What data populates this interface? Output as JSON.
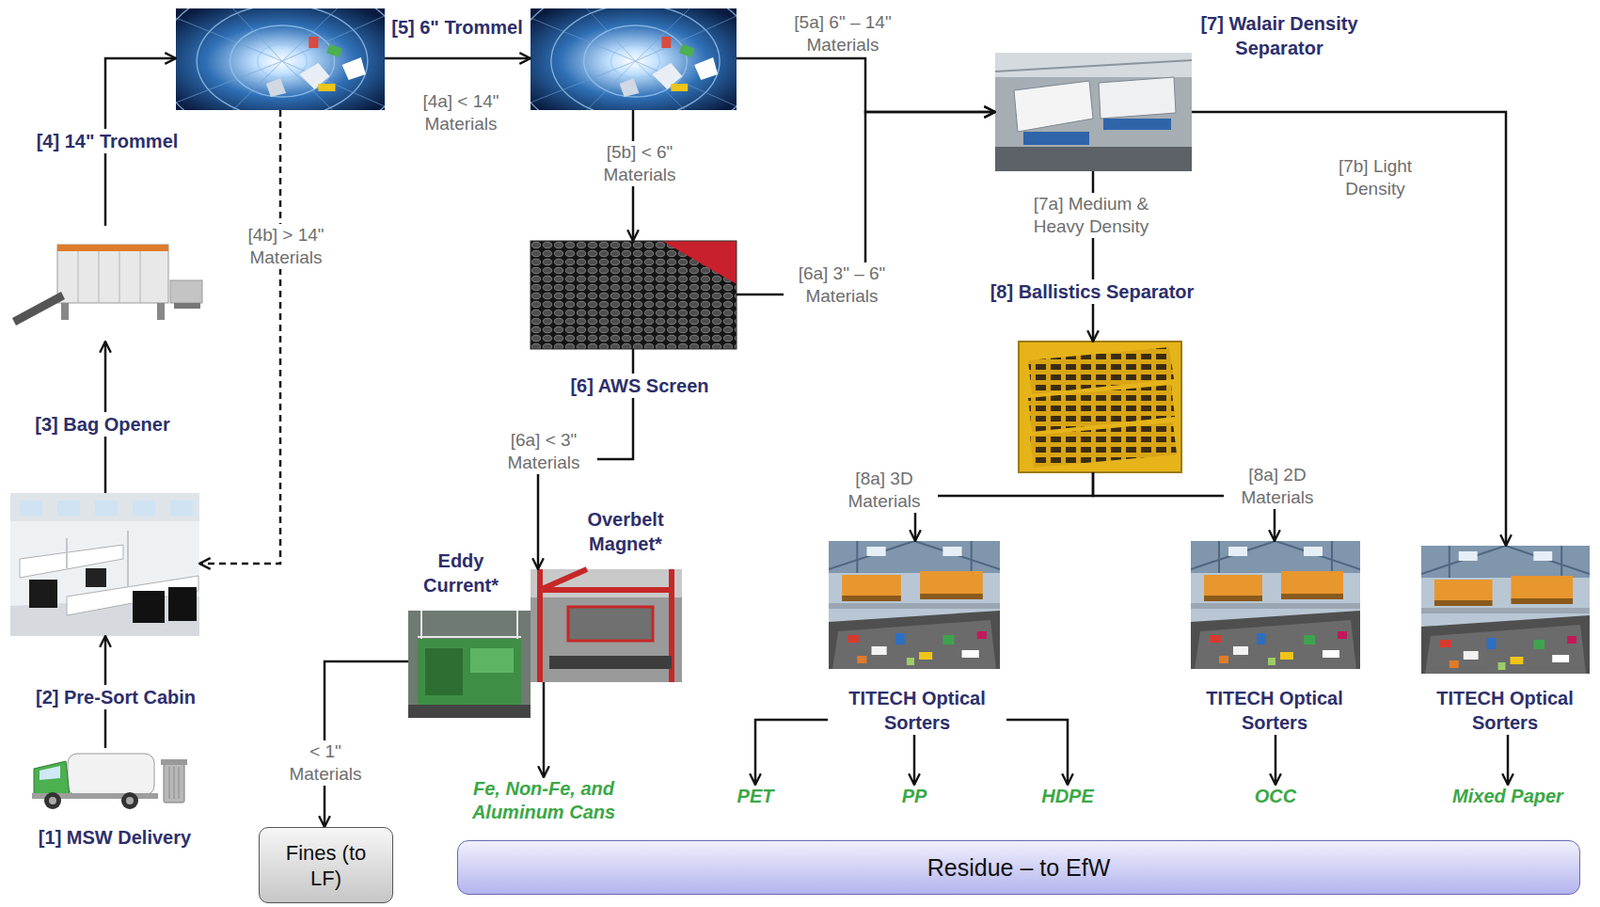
{
  "diagram": {
    "nodes": [
      {
        "text": [
          "[1] MSW Delivery"
        ]
      },
      {
        "text": [
          "[2] Pre-Sort Cabin"
        ]
      },
      {
        "text": [
          "[3] Bag Opener"
        ]
      },
      {
        "text": [
          "[4] 14\" Trommel"
        ]
      },
      {
        "text": [
          "[5] 6\" Trommel"
        ]
      },
      {
        "text": [
          "[6] AWS Screen"
        ]
      },
      {
        "text": [
          "[7] Walair Density Separator"
        ]
      },
      {
        "text": [
          "[8] Ballistics Separator"
        ]
      },
      {
        "text": [
          "Eddy Current*"
        ]
      },
      {
        "text": [
          "Overbelt Magnet*"
        ]
      },
      {
        "text": [
          "Fe, Non-Fe, and Aluminum Cans"
        ]
      },
      {
        "text": [
          "Fines (to LF)"
        ]
      },
      {
        "text": [
          "TITECH Optical Sorters"
        ]
      },
      {
        "text": [
          "TITECH Optical Sorters"
        ]
      },
      {
        "text": [
          "TITECH Optical Sorters"
        ]
      },
      {
        "text": [
          "PET"
        ]
      },
      {
        "text": [
          "PP"
        ]
      },
      {
        "text": [
          "HDPE"
        ]
      },
      {
        "text": [
          "OCC"
        ]
      },
      {
        "text": [
          "Mixed Paper"
        ]
      },
      {
        "text": [
          "Residue – to EfW"
        ]
      }
    ],
    "edges": [
      {
        "from": 0,
        "to": 1,
        "arrow": "to"
      },
      {
        "from": 1,
        "to": 2,
        "arrow": "to"
      },
      {
        "from": 2,
        "to": 3,
        "arrow": "to"
      },
      {
        "from": 3,
        "to": 4,
        "label": "[4a] < 14\" Materials",
        "arrow": "to"
      },
      {
        "from": 3,
        "to": 1,
        "label": "[4b] > 14\" Materials",
        "arrow": "to"
      },
      {
        "from": 4,
        "to": 5,
        "label": "[5b] < 6\" Materials",
        "arrow": "to"
      },
      {
        "from": 4,
        "to": 6,
        "label": "[5a] 6\" – 14\" Materials",
        "arrow": "to"
      },
      {
        "from": 5,
        "to": 6,
        "label": "[6a] 3\" – 6\" Materials",
        "arrow": "to"
      },
      {
        "from": 5,
        "to": 9,
        "label": "[6a] < 3\" Materials",
        "arrow": "to"
      },
      {
        "from": 9,
        "to": 10,
        "arrow": "to"
      },
      {
        "from": 8,
        "to": 11,
        "label": "< 1\" Materials",
        "arrow": "to"
      },
      {
        "from": 6,
        "to": 7,
        "label": "[7a] Medium & Heavy Density",
        "arrow": "to"
      },
      {
        "from": 6,
        "to": 14,
        "label": "[7b] Light Density",
        "arrow": "to"
      },
      {
        "from": 7,
        "to": 12,
        "label": "[8a] 3D Materials",
        "arrow": "to"
      },
      {
        "from": 7,
        "to": 13,
        "label": "[8a] 2D Materials",
        "arrow": "to"
      },
      {
        "from": 12,
        "to": 15,
        "arrow": "to"
      },
      {
        "from": 12,
        "to": 16,
        "arrow": "to"
      },
      {
        "from": 12,
        "to": 17,
        "arrow": "to"
      },
      {
        "from": 13,
        "to": 18,
        "arrow": "to"
      },
      {
        "from": 14,
        "to": 19,
        "arrow": "to"
      }
    ]
  }
}
